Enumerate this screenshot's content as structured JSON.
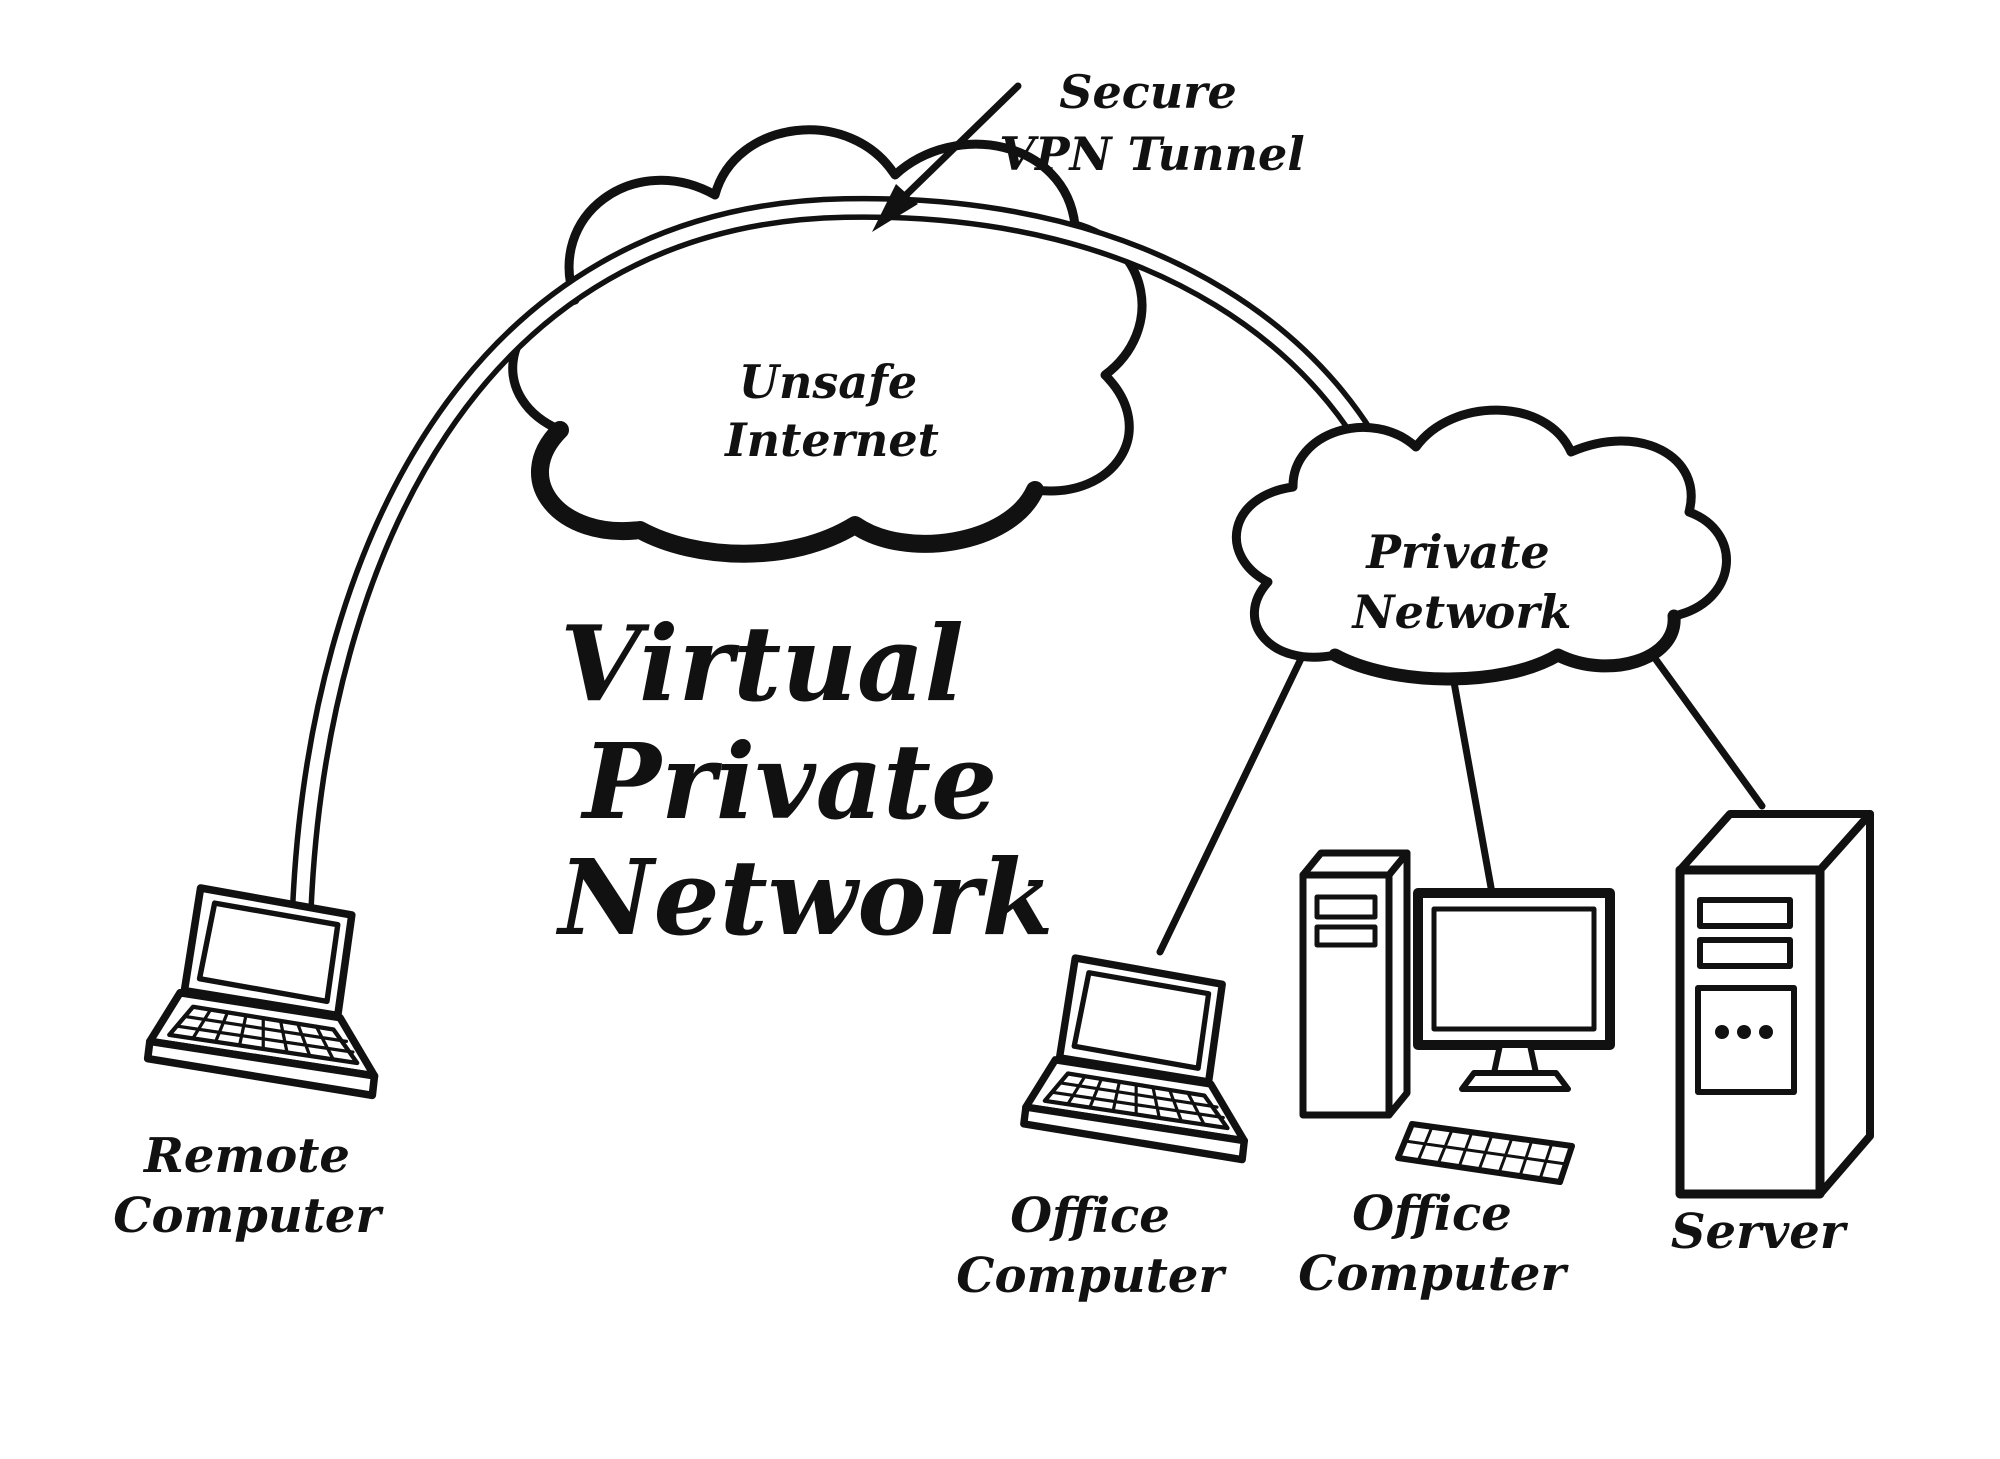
{
  "title": {
    "lines": [
      "Virtual",
      "Private",
      "Network"
    ]
  },
  "tunnel": {
    "label_lines": [
      "Secure",
      "VPN Tunnel"
    ]
  },
  "clouds": {
    "internet": {
      "label_lines": [
        "Unsafe",
        "Internet"
      ]
    },
    "private": {
      "label_lines": [
        "Private",
        "Network"
      ]
    }
  },
  "devices": {
    "remote": {
      "label_lines": [
        "Remote",
        "Computer"
      ]
    },
    "office_laptop": {
      "label_lines": [
        "Office",
        "Computer"
      ]
    },
    "office_desktop": {
      "label_lines": [
        "Office",
        "Computer"
      ]
    },
    "server": {
      "label_lines": [
        "Server"
      ]
    }
  },
  "colors": {
    "ink": "#111111",
    "background": "#ffffff"
  }
}
